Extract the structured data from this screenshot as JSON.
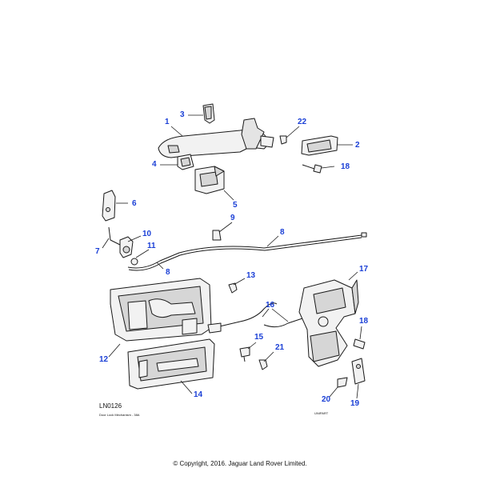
{
  "diagram": {
    "code": "LN0126",
    "caption": "Door Lock Mechanism - 38A",
    "supplier_mark": "UNIPART"
  },
  "callouts": [
    "1",
    "2",
    "3",
    "4",
    "5",
    "6",
    "7",
    "8",
    "8",
    "9",
    "10",
    "11",
    "12",
    "13",
    "14",
    "15",
    "16",
    "17",
    "18",
    "18",
    "19",
    "20",
    "21",
    "22"
  ],
  "footer": {
    "copyright": "© Copyright, 2016. Jaguar Land Rover Limited."
  },
  "colors": {
    "callout": "#1a3fd6",
    "line": "#1a1a1a",
    "part_fill": "#f2f2f2",
    "part_shade": "#d6d6d6"
  }
}
